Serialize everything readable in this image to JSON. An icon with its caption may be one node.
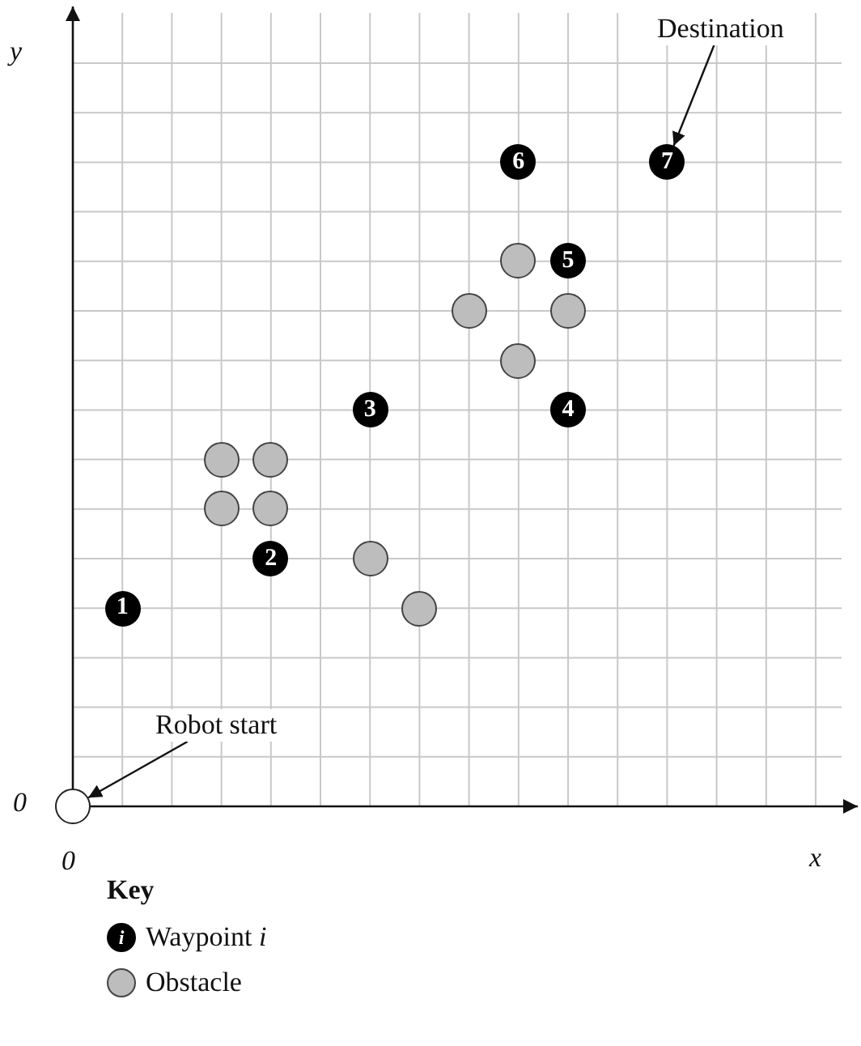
{
  "diagram": {
    "nodes": [
      {
        "text": [
          "Destination"
        ]
      },
      {
        "text": [
          "6"
        ]
      },
      {
        "text": [
          "7"
        ]
      },
      {
        "text": [],
        "shape": "circle"
      },
      {
        "text": [
          "5"
        ]
      },
      {
        "text": [],
        "shape": "circle"
      },
      {
        "text": [],
        "shape": "circle"
      },
      {
        "text": [],
        "shape": "circle"
      },
      {
        "text": [
          "3"
        ]
      },
      {
        "text": [
          "4"
        ]
      },
      {
        "text": [],
        "shape": "circle"
      },
      {
        "text": [],
        "shape": "circle"
      },
      {
        "text": [],
        "shape": "circle"
      },
      {
        "text": [],
        "shape": "circle"
      },
      {
        "text": [
          "2"
        ]
      },
      {
        "text": [],
        "shape": "circle"
      },
      {
        "text": [],
        "shape": "circle"
      },
      {
        "text": [
          "1"
        ]
      },
      {
        "text": [
          "Robot start"
        ]
      },
      {
        "text": [],
        "shape": "circle"
      }
    ],
    "edges": [
      {
        "from": 0,
        "to": 2,
        "arrow": "to"
      },
      {
        "from": 18,
        "to": 19,
        "arrow": "to"
      }
    ],
    "labels": [
      "y",
      "0",
      "0",
      "x",
      "Key",
      "i"
    ],
    "legend": [
      {
        "text": "Waypoint *i*"
      },
      {
        "text": "Obstacle"
      }
    ]
  }
}
